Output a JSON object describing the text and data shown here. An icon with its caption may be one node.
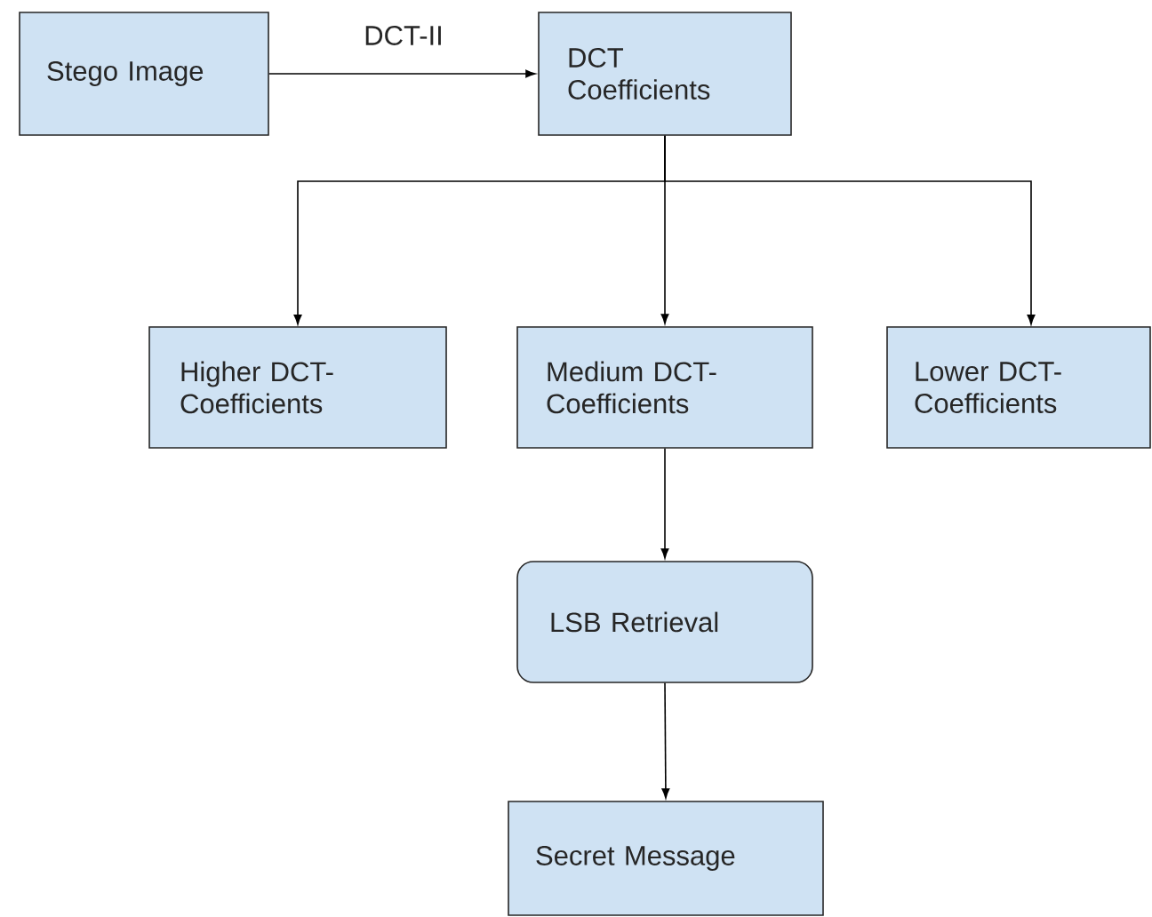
{
  "diagram": {
    "nodes": [
      {
        "text": [
          "Stego Image"
        ]
      },
      {
        "text": [
          "DCT Coefficients"
        ]
      },
      {
        "text": [
          "Higher DCT-Coefficients"
        ]
      },
      {
        "text": [
          "Medium DCT-Coefficients"
        ]
      },
      {
        "text": [
          "Lower DCT-Coefficients"
        ]
      },
      {
        "text": [
          "LSB Retrieval"
        ]
      },
      {
        "text": [
          "Secret Message"
        ]
      }
    ],
    "edges": [
      {
        "from": 0,
        "to": 1,
        "arrow": "to",
        "label": "DCT-II"
      },
      {
        "from": 1,
        "to": 2,
        "arrow": "to"
      },
      {
        "from": 1,
        "to": 3,
        "arrow": "to"
      },
      {
        "from": 1,
        "to": 4,
        "arrow": "to"
      },
      {
        "from": 3,
        "to": 5,
        "arrow": "to"
      },
      {
        "from": 5,
        "to": 6,
        "arrow": "to"
      }
    ]
  }
}
